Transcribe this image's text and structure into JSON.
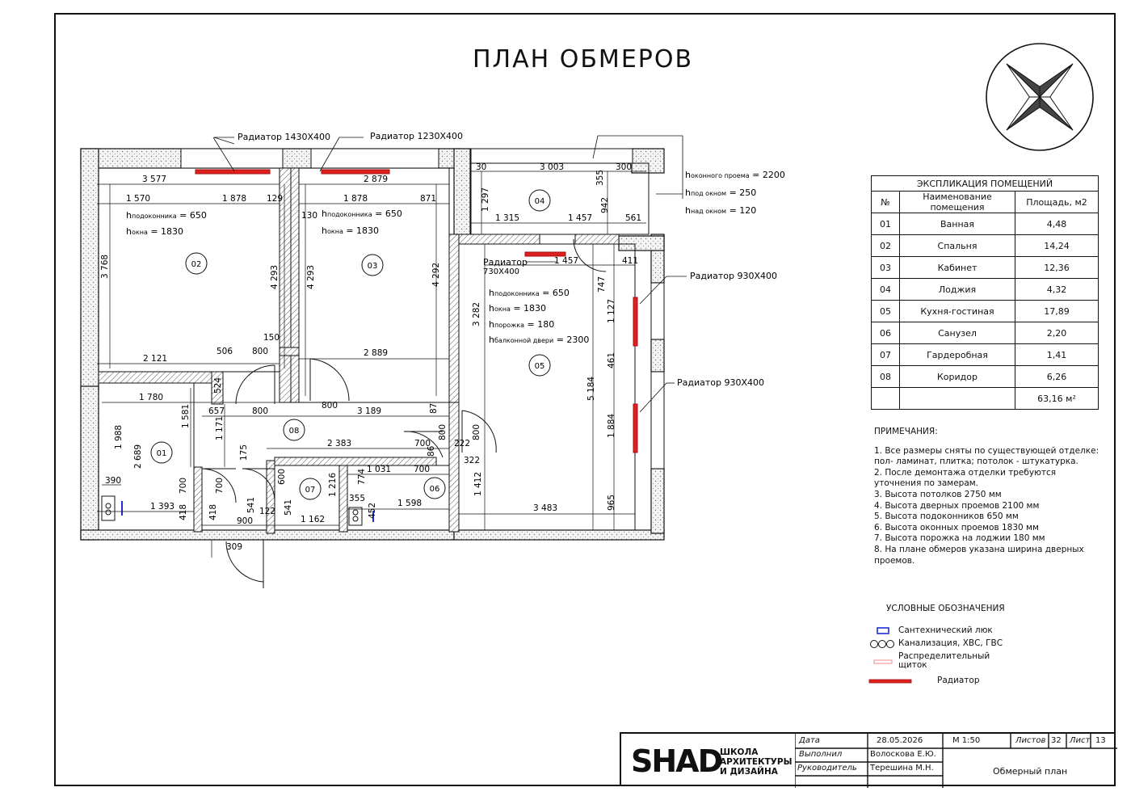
{
  "title": "ПЛАН ОБМЕРОВ",
  "plan": {
    "radiator_labels": [
      "Радиатор 1430Х400",
      "Радиатор 1230Х400",
      "Радиатор 930Х400",
      "Радиатор 930Х400"
    ],
    "radiator_05_l1": "Радиатор",
    "radiator_05_l2": "730Х400",
    "window_h": {
      "opening_lbl": "h",
      "opening_sub": "оконного проема",
      "opening_val": "= 2200",
      "under_sub": "под окном",
      "under_val": "= 250",
      "over_sub": "над окном",
      "over_val": "= 120"
    },
    "heights_sub": {
      "sill": "подоконника",
      "window": "окна",
      "threshold": "порожка",
      "balcony": "балконной двери"
    },
    "heights_val": {
      "sill": "= 650",
      "window": "= 1830",
      "threshold": "= 180",
      "balcony": "= 2300"
    },
    "room_numbers": [
      "01",
      "02",
      "03",
      "04",
      "05",
      "06",
      "07",
      "08"
    ],
    "dims": {
      "d3577": "3 577",
      "d2879": "2 879",
      "d30": "30",
      "d3003": "3 003",
      "d300": "300",
      "d1570": "1 570",
      "d1878a": "1 878",
      "d129": "129",
      "d1878b": "1 878",
      "d871": "871",
      "d355": "355",
      "d942": "942",
      "d1297": "1 297",
      "d1315": "1 315",
      "d1457a": "1 457",
      "d561": "561",
      "d1457b": "1 457",
      "d411": "411",
      "d3768": "3 768",
      "d4293a": "4 293",
      "d130": "130",
      "d4293b": "4 293",
      "d4292": "4 292",
      "d747": "747",
      "d3282": "3 282",
      "d1127": "1 127",
      "d150": "150",
      "d2121": "2 121",
      "d506": "506",
      "d800a": "800",
      "d2889": "2 889",
      "d461": "461",
      "d524": "524",
      "d5184": "5 184",
      "d1780": "1 780",
      "d657": "657",
      "d800b": "800",
      "d800c": "800",
      "d3189": "3 189",
      "d87": "87",
      "d1581": "1 581",
      "d1171": "1 171",
      "d1988": "1 988",
      "d2689": "2 689",
      "d2383": "2 383",
      "d700a": "700",
      "d800d": "800",
      "d86": "86",
      "d222": "222",
      "d800e": "800",
      "d1884": "1 884",
      "d175": "175",
      "d322": "322",
      "d1031": "1 031",
      "d700b": "700",
      "d390": "390",
      "d700c": "700",
      "d700d": "700",
      "d600": "600",
      "d774": "774",
      "d1216": "1 216",
      "d355b": "355",
      "d1412": "1 412",
      "d541a": "541",
      "d541b": "541",
      "d1598": "1 598",
      "d3483": "3 483",
      "d965": "965",
      "d1393": "1 393",
      "d418a": "418",
      "d418b": "418",
      "d900": "900",
      "d122": "122",
      "d1162": "1 162",
      "d452": "452",
      "d309": "309"
    }
  },
  "explication": {
    "caption": "ЭКСПЛИКАЦИЯ ПОМЕЩЕНИЙ",
    "headers": [
      "№",
      "Наименование помещения",
      "Площадь, м2"
    ],
    "rows": [
      [
        "01",
        "Ванная",
        "4,48"
      ],
      [
        "02",
        "Спальня",
        "14,24"
      ],
      [
        "03",
        "Кабинет",
        "12,36"
      ],
      [
        "04",
        "Лоджия",
        "4,32"
      ],
      [
        "05",
        "Кухня-гостиная",
        "17,89"
      ],
      [
        "06",
        "Санузел",
        "2,20"
      ],
      [
        "07",
        "Гардеробная",
        "1,41"
      ],
      [
        "08",
        "Коридор",
        "6,26"
      ]
    ],
    "total": "63,16",
    "total_unit": "м²"
  },
  "notes": {
    "heading": "ПРИМЕЧАНИЯ:",
    "items": [
      "1. Все размеры сняты по существующей отделке: пол- ламинат, плитка; потолок - штукатурка.",
      "2. После демонтажа отделки требуются уточнения по замерам.",
      "3. Высота потолков 2750 мм",
      "4. Высота дверных проемов 2100 мм",
      "5. Высота подоконников 650 мм",
      "6. Высота оконных проемов 1830 мм",
      "7. Высота порожка на лоджии 180 мм",
      "8. На плане обмеров указана ширина дверных проемов."
    ]
  },
  "legend": {
    "heading": "УСЛОВНЫЕ ОБОЗНАЧЕНИЯ",
    "items": [
      "Сантехнический люк",
      "Канализация, ХВС, ГВС",
      "Распределительный щиток",
      "Радиатор"
    ],
    "colors": {
      "hatch": "#1f2fd6",
      "radiator": "#e0201c",
      "panel": "#f08a8a"
    }
  },
  "titleblock": {
    "logo_mark": "SHAD",
    "school": "ШКОЛА АРХИТЕКТУРЫ И ДИЗАЙНА",
    "date_label": "Дата",
    "date": "28.05.2026",
    "done_label": "Выполнил",
    "done": "Волоскова Е.Ю.",
    "lead_label": "Руководитель",
    "lead": "Терешина М.Н.",
    "scale": "М 1:50",
    "sheets_label": "Листов",
    "sheets": "32",
    "sheet_label": "Лист",
    "sheet": "13",
    "drawing": "Обмерный план"
  }
}
